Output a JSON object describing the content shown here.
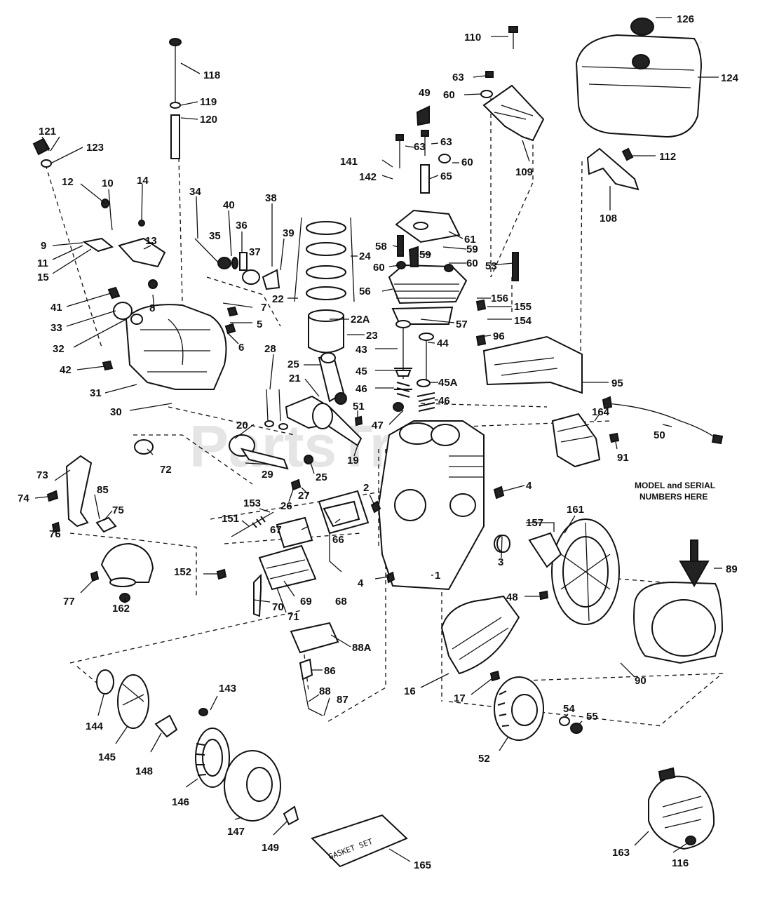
{
  "watermark": "PartsTree",
  "model_note": {
    "line1": "MODEL and SERIAL",
    "line2": "NUMBERS HERE"
  },
  "gasket_set_stamp": "GASKET SET",
  "callouts": {
    "c126": "126",
    "c124": "124",
    "c110": "110",
    "c63a": "63",
    "c60a": "60",
    "c49": "49",
    "c121": "121",
    "c123": "123",
    "c118": "118",
    "c119": "119",
    "c120": "120",
    "c141": "141",
    "c142": "142",
    "c63b": "63",
    "c63c": "63",
    "c60b": "60",
    "c65": "65",
    "c109": "109",
    "c112": "112",
    "c108": "108",
    "c12": "12",
    "c10": "10",
    "c14": "14",
    "c9": "9",
    "c13": "13",
    "c11": "11",
    "c15": "15",
    "c34": "34",
    "c40": "40",
    "c36": "36",
    "c38": "38",
    "c35": "35",
    "c37": "37",
    "c39": "39",
    "c24": "24",
    "c22": "22",
    "c22a": "22A",
    "c23": "23",
    "c61": "61",
    "c58": "58",
    "c59a": "59",
    "c59b": "59",
    "c60c": "60",
    "c60d": "60",
    "c53": "53",
    "c56": "56",
    "c57": "57",
    "c156": "156",
    "c155": "155",
    "c154": "154",
    "c96": "96",
    "c41": "41",
    "c33": "33",
    "c8": "8",
    "c7": "7",
    "c5": "5",
    "c32": "32",
    "c6": "6",
    "c42": "42",
    "c31": "31",
    "c30": "30",
    "c28": "28",
    "c25a": "25",
    "c21": "21",
    "c43": "43",
    "c44": "44",
    "c45": "45",
    "c45a": "45A",
    "c46a": "46",
    "c46b": "46",
    "c47": "47",
    "c51": "51",
    "c95": "95",
    "c20": "20",
    "c19": "19",
    "c29": "29",
    "c25b": "25",
    "c72": "72",
    "c164": "164",
    "c50": "50",
    "c91": "91",
    "c73": "73",
    "c85": "85",
    "c74": "74",
    "c75": "75",
    "c76": "76",
    "c26": "26",
    "c27": "27",
    "c2": "2",
    "c4a": "4",
    "c153": "153",
    "c151": "151",
    "c67": "67",
    "c66": "66",
    "c157": "157",
    "c161": "161",
    "c89": "89",
    "c3": "3",
    "c1": "1",
    "c152": "152",
    "c4b": "4",
    "c77": "77",
    "c162": "162",
    "c69": "69",
    "c68": "68",
    "c70": "70",
    "c71": "71",
    "c48": "48",
    "c88a": "88A",
    "c86": "86",
    "c90": "90",
    "c143": "143",
    "c88": "88",
    "c87": "87",
    "c16": "16",
    "c17": "17",
    "c54": "54",
    "c55": "55",
    "c144": "144",
    "c145": "145",
    "c148": "148",
    "c52": "52",
    "c146": "146",
    "c147": "147",
    "c149": "149",
    "c163": "163",
    "c116": "116",
    "c165": "165"
  }
}
